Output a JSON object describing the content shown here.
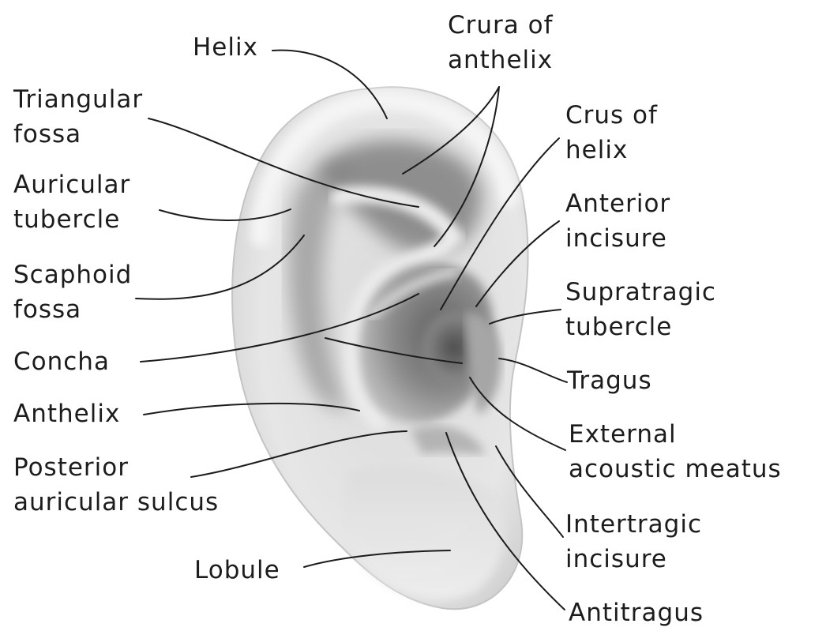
{
  "labels": {
    "helix": "Helix",
    "crura_of_anthelix": [
      "Crura of",
      "anthelix"
    ],
    "triangular_fossa": [
      "Triangular",
      "fossa"
    ],
    "crus_of_helix": [
      "Crus of",
      "helix"
    ],
    "auricular_tubercle": [
      "Auricular",
      "tubercle"
    ],
    "anterior_incisure": [
      "Anterior",
      "incisure"
    ],
    "scaphoid_fossa": [
      "Scaphoid",
      "fossa"
    ],
    "supratragic_tubercle": [
      "Supratragic",
      "tubercle"
    ],
    "concha": "Concha",
    "tragus": "Tragus",
    "anthelix": "Anthelix",
    "external_acoustic_meatus": [
      "External",
      "acoustic meatus"
    ],
    "posterior_auricular_sulcus": [
      "Posterior",
      "auricular sulcus"
    ],
    "intertragic_incisure": [
      "Intertragic",
      "incisure"
    ],
    "lobule": "Lobule",
    "antitragus": "Antitragus"
  },
  "colors": {
    "ink": "#1c1c1c",
    "skin_light": "#f1f1f1",
    "skin_mid": "#c9c9c9",
    "skin_dark": "#6f6f6f",
    "background": "#ffffff"
  }
}
